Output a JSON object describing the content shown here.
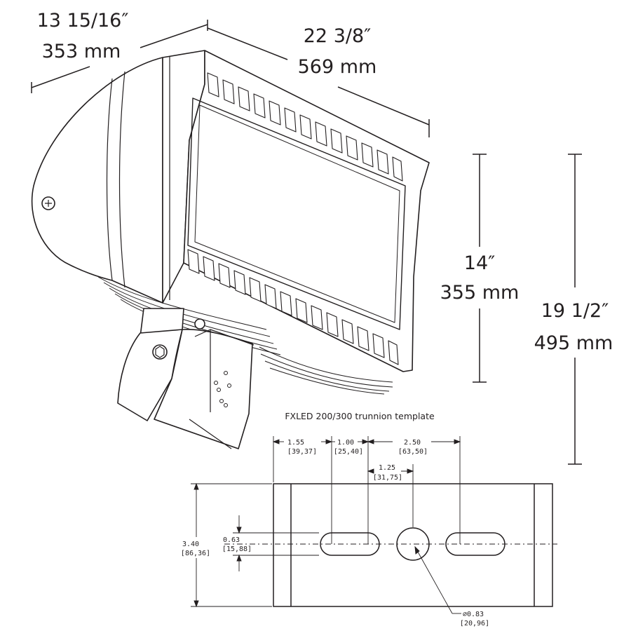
{
  "fixture_dimensions": {
    "depth_in": "13 15/16″",
    "depth_mm": "353 mm",
    "width_in": "22 3/8″",
    "width_mm": "569 mm",
    "height_in": "14″",
    "height_mm": "355 mm",
    "overall_height_in": "19 1/2″",
    "overall_height_mm": "495 mm"
  },
  "template": {
    "title": "FXLED 200/300 trunnion template",
    "dims": {
      "d1": "1.55",
      "d1_mm": "[39,37]",
      "d2": "1.00",
      "d2_mm": "[25,40]",
      "d3": "2.50",
      "d3_mm": "[63,50]",
      "d4": "1.25",
      "d4_mm": "[31,75]",
      "height": "3.40",
      "height_mm": "[86,36]",
      "slot": "0.63",
      "slot_mm": "[15,88]",
      "hole": "∅0.83",
      "hole_mm": "[20,96]"
    }
  }
}
